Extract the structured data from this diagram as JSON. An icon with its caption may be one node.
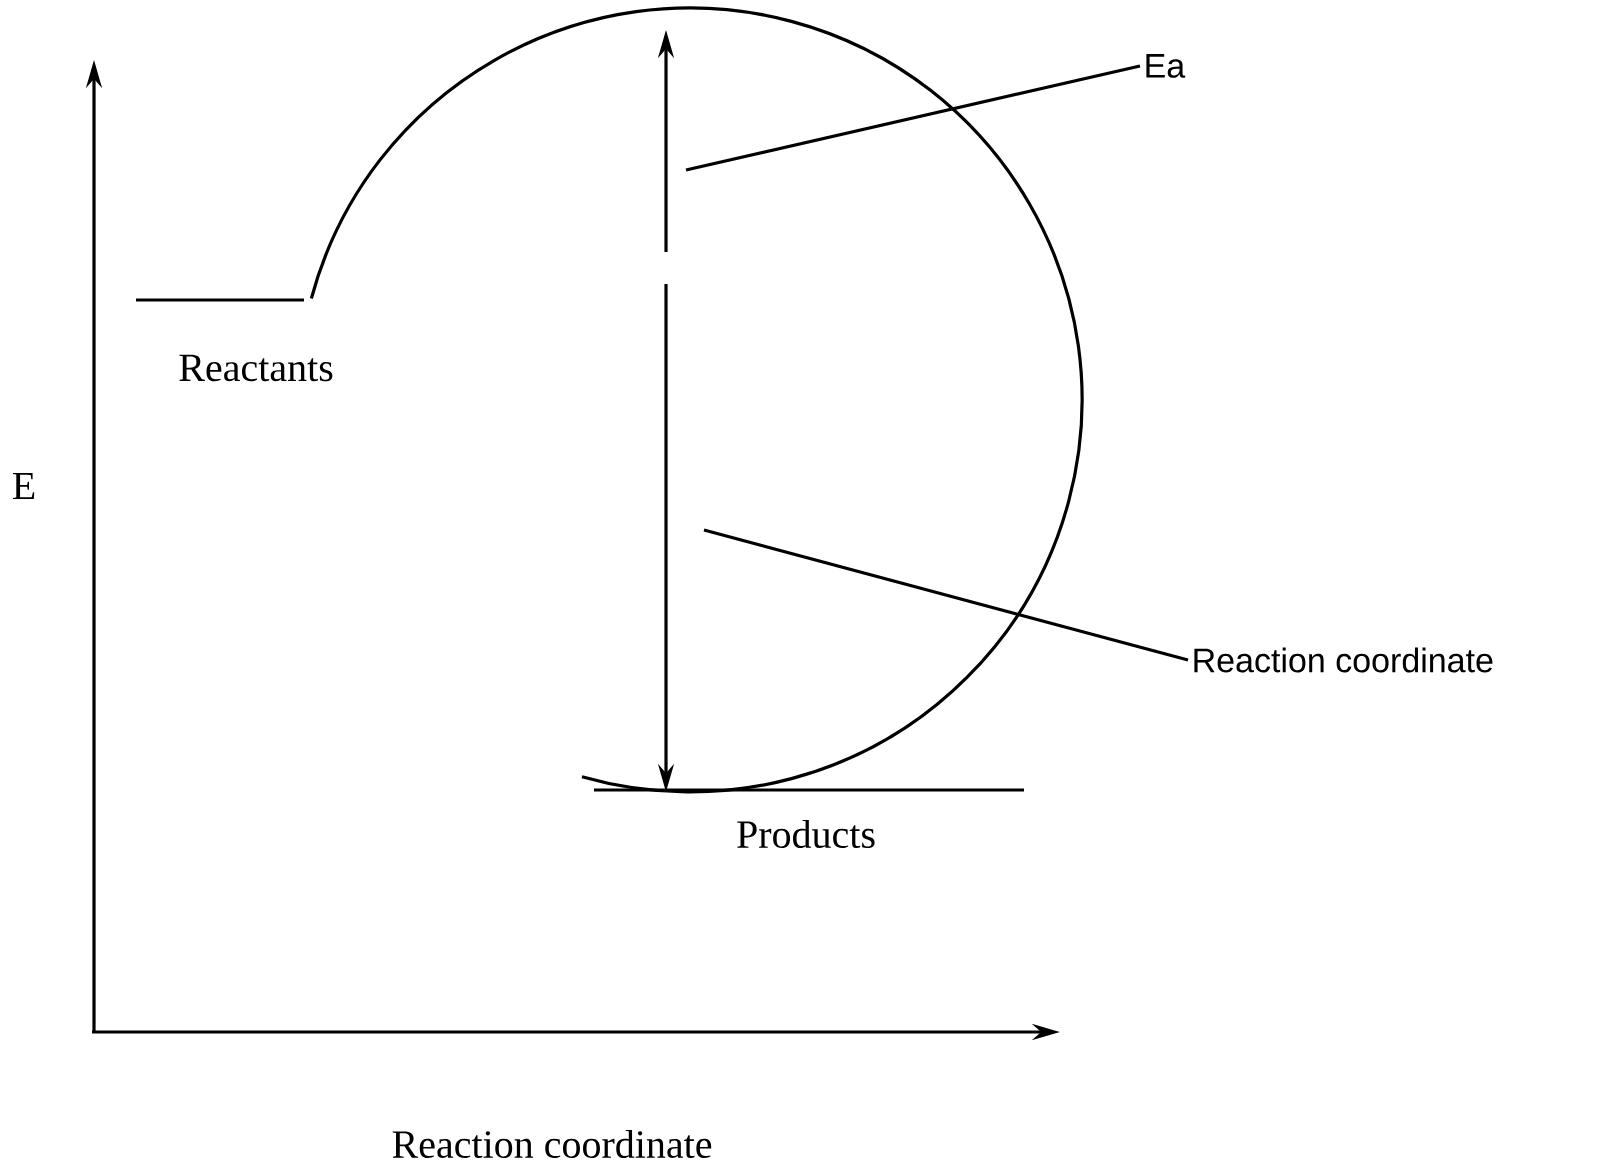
{
  "diagram": {
    "nodes": [
      {
        "text": [
          "Ea"
        ]
      },
      {
        "text": [
          "Reaction coordinate"
        ]
      }
    ],
    "edges": [
      {
        "from": 0,
        "to": null,
        "arrow": "none"
      },
      {
        "from": 1,
        "to": null,
        "arrow": "none"
      }
    ],
    "labels": [
      "Reactants",
      "E",
      "Products",
      "Reaction coordinate"
    ]
  }
}
